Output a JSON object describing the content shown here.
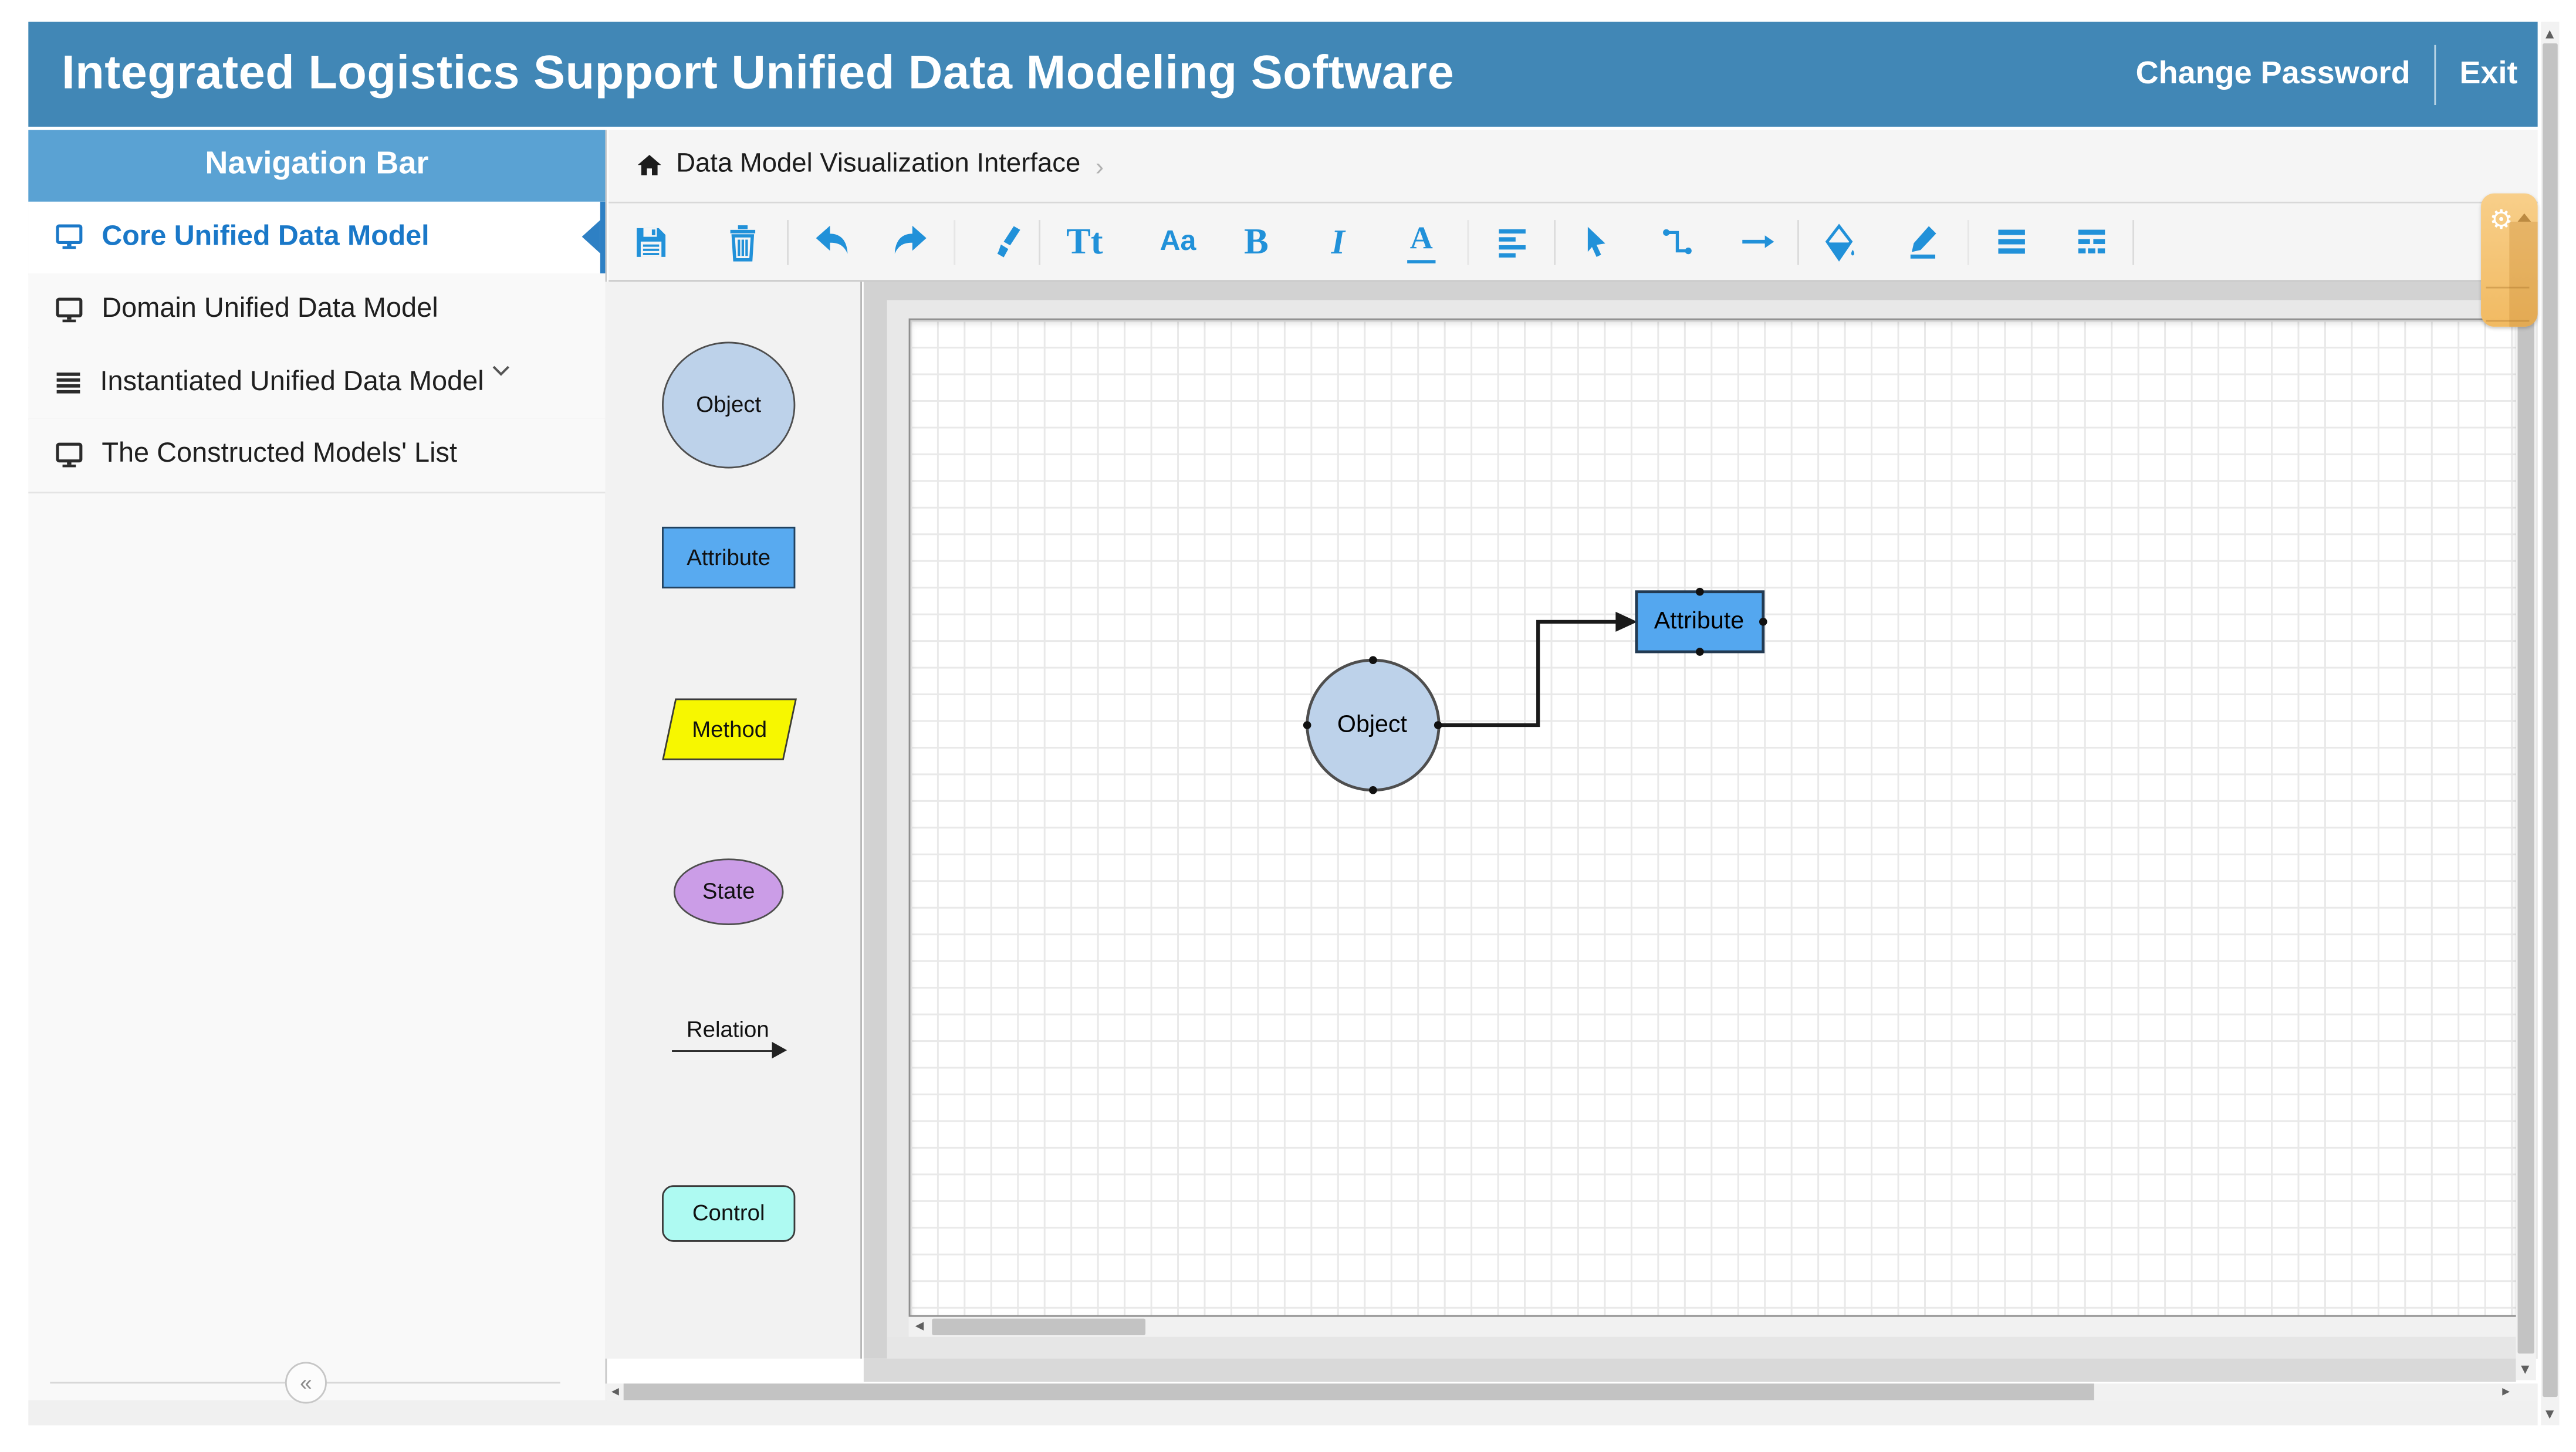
{
  "header": {
    "title": "Integrated Logistics Support Unified Data Modeling Software",
    "actions": [
      {
        "label": "Change Password"
      },
      {
        "label": "Exit"
      }
    ]
  },
  "sidebar": {
    "title": "Navigation Bar",
    "items": [
      {
        "label": "Core Unified Data Model",
        "icon": "monitor-icon",
        "active": true
      },
      {
        "label": "Domain Unified Data Model",
        "icon": "monitor-icon",
        "active": false
      },
      {
        "label": "Instantiated Unified Data Model",
        "icon": "list-icon",
        "active": false,
        "has_chevron": true
      },
      {
        "label": "The Constructed Models' List",
        "icon": "monitor-icon",
        "active": false
      }
    ],
    "collapse_glyph": "«"
  },
  "breadcrumb": {
    "label": "Data Model Visualization Interface",
    "trailing_chevron": "›"
  },
  "toolbar": {
    "accent_color": "#2191d9",
    "items": [
      {
        "name": "save"
      },
      {
        "name": "delete"
      },
      {
        "name": "undo"
      },
      {
        "name": "redo"
      },
      {
        "name": "format-brush"
      },
      {
        "name": "font",
        "label": "Tt"
      },
      {
        "name": "font-size",
        "label": "Aa"
      },
      {
        "name": "bold",
        "label": "B"
      },
      {
        "name": "italic",
        "label": "I"
      },
      {
        "name": "underline-color",
        "label": "A"
      },
      {
        "name": "align"
      },
      {
        "name": "select-pointer"
      },
      {
        "name": "elbow-connector"
      },
      {
        "name": "straight-arrow"
      },
      {
        "name": "fill-color"
      },
      {
        "name": "pen"
      },
      {
        "name": "line-weight"
      },
      {
        "name": "line-style"
      }
    ]
  },
  "palette": {
    "shapes": [
      {
        "label": "Object",
        "shape": "circle",
        "fill": "#bdd2ea"
      },
      {
        "label": "Attribute",
        "shape": "rectangle",
        "fill": "#58aaf0"
      },
      {
        "label": "Method",
        "shape": "parallelogram",
        "fill": "#f7f700"
      },
      {
        "label": "State",
        "shape": "ellipse",
        "fill": "#cb9de7"
      },
      {
        "label": "Relation",
        "shape": "arrow",
        "fill": "#222222"
      },
      {
        "label": "Control",
        "shape": "rounded-rect",
        "fill": "#aefaf2"
      }
    ]
  },
  "canvas": {
    "nodes": [
      {
        "label": "Object",
        "shape": "ellipse",
        "fill": "#bdd2ea"
      },
      {
        "label": "Attribute",
        "shape": "rectangle",
        "fill": "#54a7ef"
      }
    ],
    "connector": {
      "from": "Object",
      "to": "Attribute",
      "style": "elbow-arrow"
    }
  },
  "settings_panel": {
    "gear_glyph": "⚙"
  },
  "scrollbars": {
    "up": "▲",
    "down": "▼",
    "left": "◄",
    "right": "►"
  }
}
